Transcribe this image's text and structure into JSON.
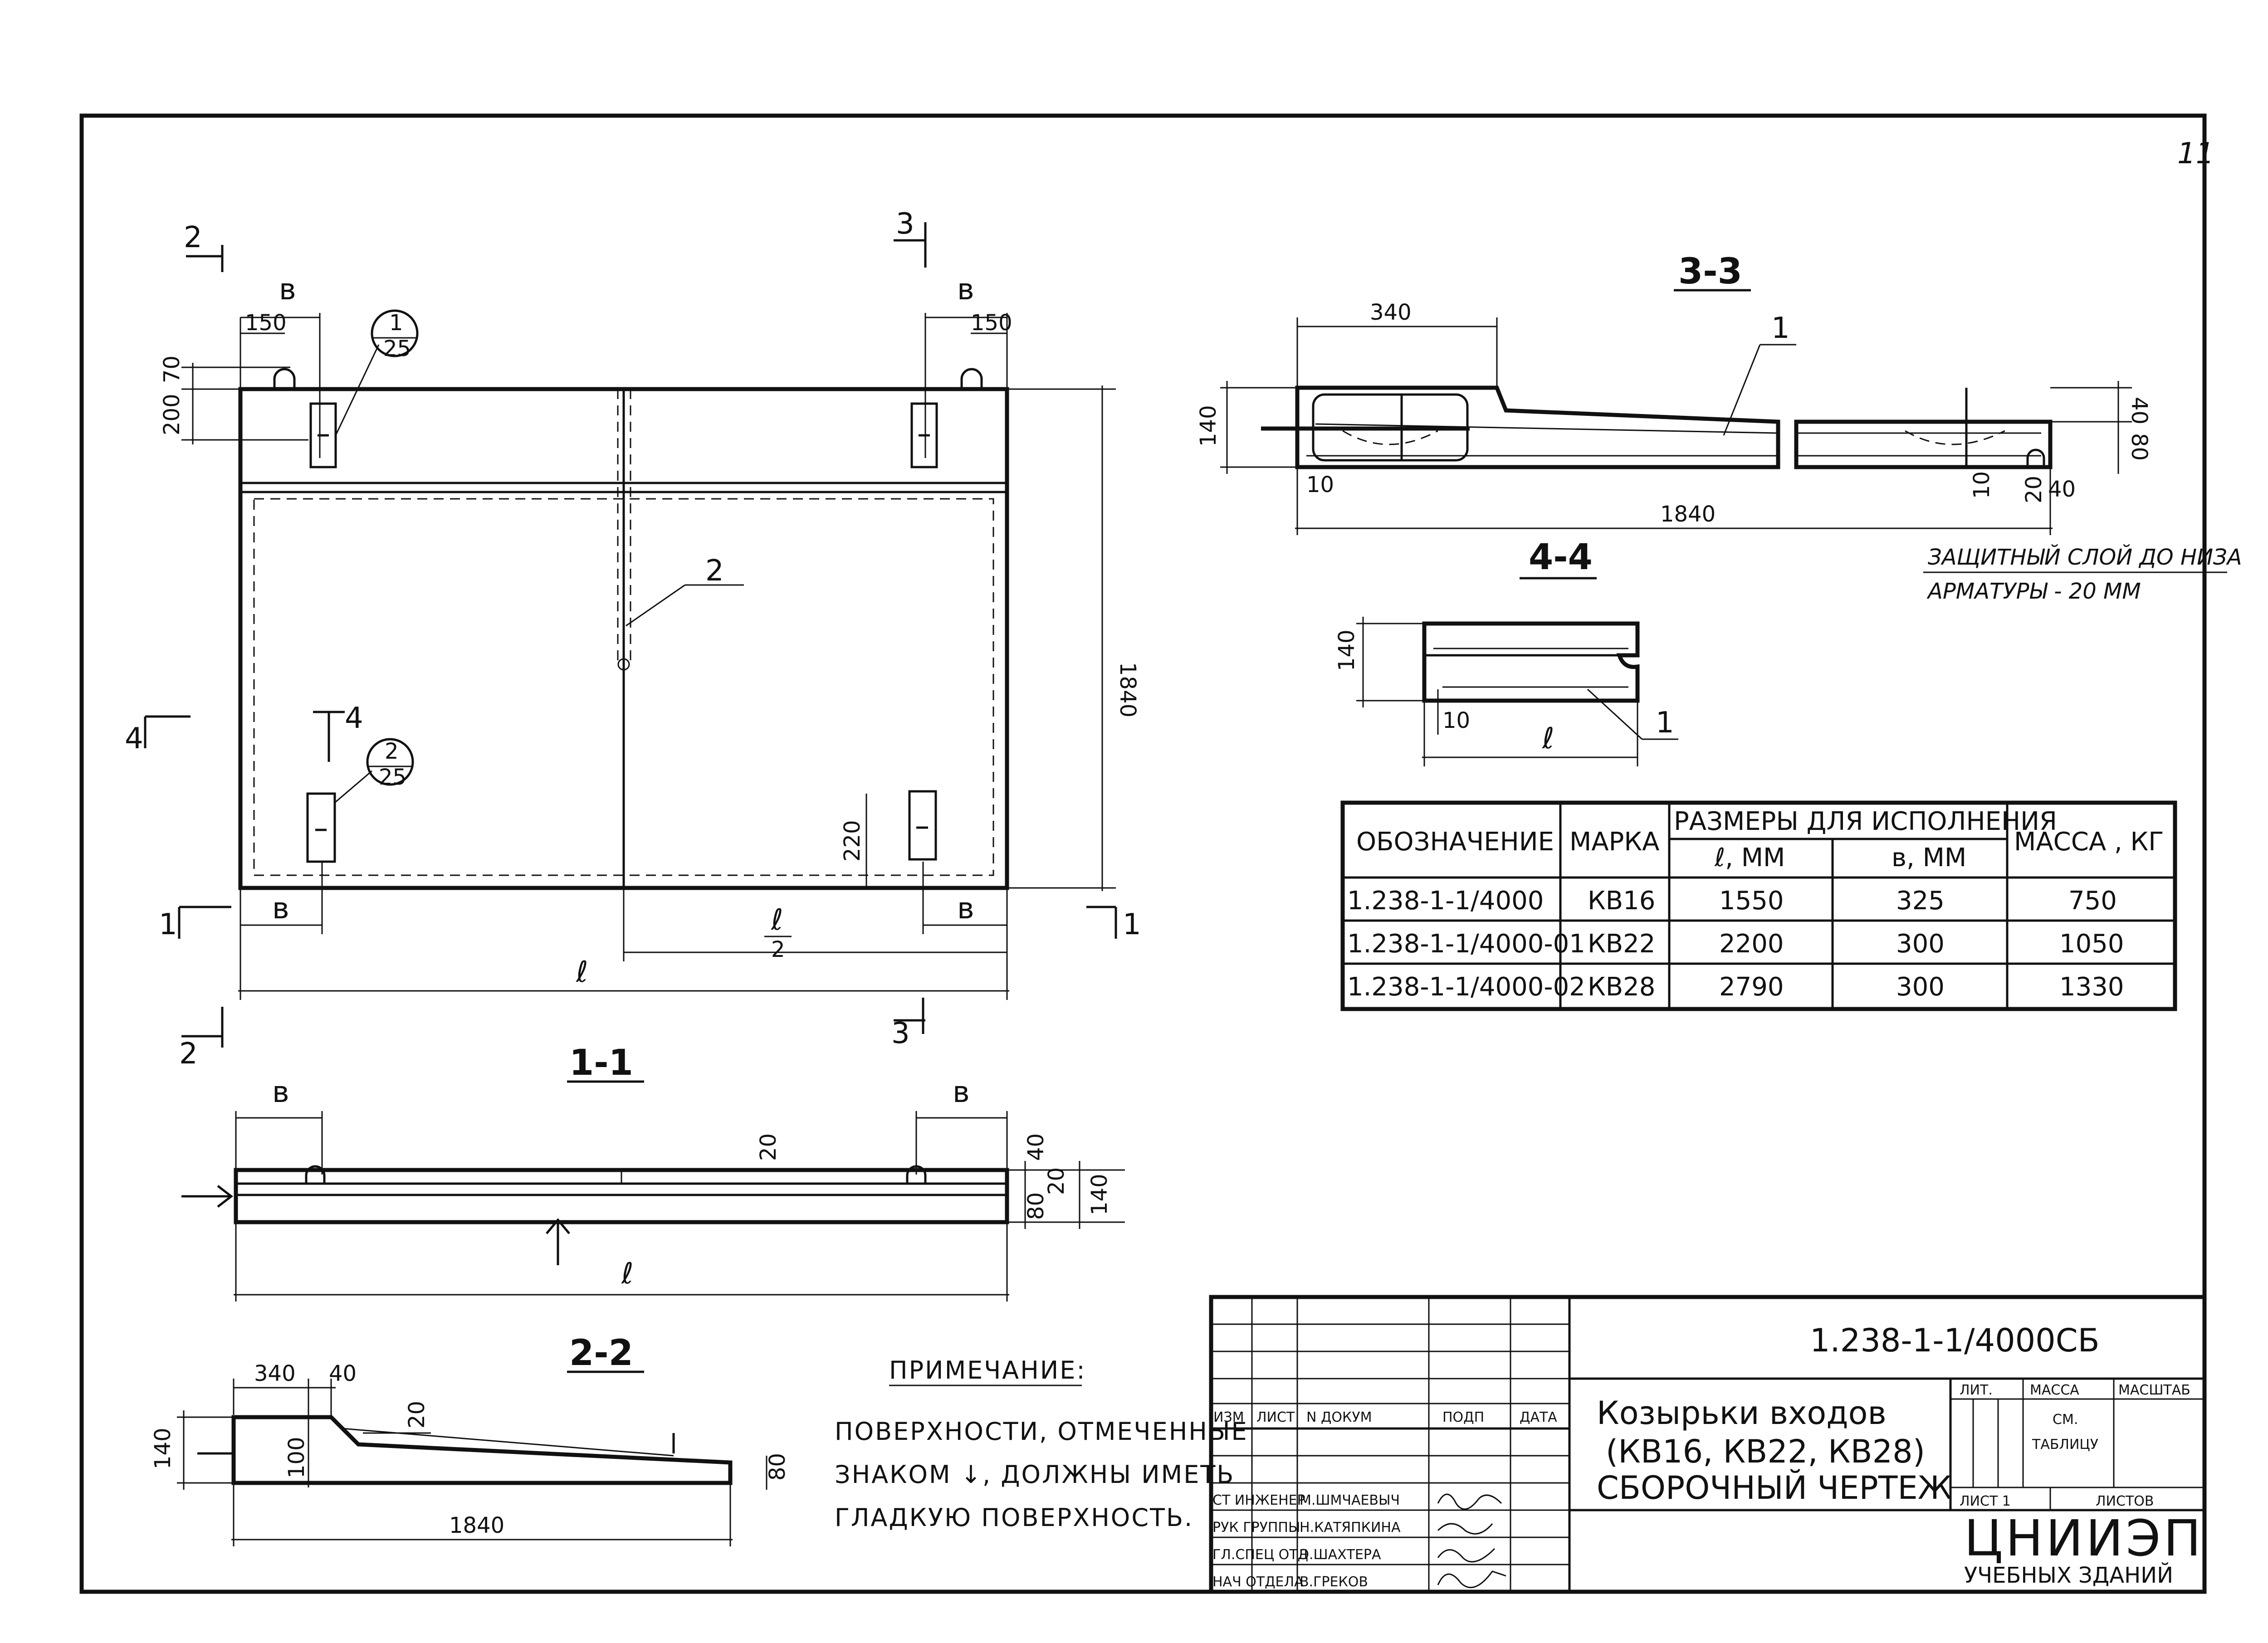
{
  "page": {
    "sheet_number": "11"
  },
  "plan": {
    "cuts": {
      "c2": "2",
      "c3": "3",
      "c4": "4",
      "c1": "1"
    },
    "dims": {
      "b": "в",
      "d150": "150",
      "d70": "70",
      "d200": "200",
      "d1840": "1840",
      "d220": "220",
      "l": "ℓ",
      "half_l_num": "ℓ",
      "half_l_den": "2"
    },
    "callouts": [
      {
        "num": "1",
        "den": "25"
      },
      {
        "num": "2",
        "den": "25"
      }
    ],
    "leaders": {
      "p2": "2"
    }
  },
  "section_11": {
    "title": "1-1",
    "dims": {
      "b": "в",
      "d20": "20",
      "d40": "40",
      "d20b": "20",
      "d80": "80",
      "d140": "140",
      "l": "ℓ"
    }
  },
  "section_22": {
    "title": "2-2",
    "dims": {
      "d340": "340",
      "d40": "40",
      "d20": "20",
      "d140": "140",
      "d100": "100",
      "d80": "80",
      "d1840": "1840"
    }
  },
  "section_33": {
    "title": "3-3",
    "dims": {
      "d340": "340",
      "d140": "140",
      "d10": "10",
      "d1840": "1840",
      "d40": "40",
      "d80": "80",
      "d10b": "10",
      "d20": "20",
      "d40b": "40"
    },
    "leader": "1",
    "note_line1": "ЗАЩИТНЫЙ СЛОЙ ДО НИЗА",
    "note_line2": "АРМАТУРЫ - 20 ММ"
  },
  "section_44": {
    "title": "4-4",
    "dims": {
      "d140": "140",
      "d10": "10",
      "l": "ℓ"
    },
    "leader": "1"
  },
  "spec_table": {
    "headers": {
      "designation": "ОБОЗНАЧЕНИЕ",
      "mark": "МАРКА",
      "sizes": "РАЗМЕРЫ ДЛЯ ИСПОЛНЕНИЯ",
      "l": "ℓ, ММ",
      "b": "в, ММ",
      "mass": "МАССА , КГ"
    },
    "rows": [
      {
        "designation": "1.238-1-1/4000",
        "mark": "КВ16",
        "l": "1550",
        "b": "325",
        "mass": "750"
      },
      {
        "designation": "1.238-1-1/4000-01",
        "mark": "КВ22",
        "l": "2200",
        "b": "300",
        "mass": "1050"
      },
      {
        "designation": "1.238-1-1/4000-02",
        "mark": "КВ28",
        "l": "2790",
        "b": "300",
        "mass": "1330"
      }
    ]
  },
  "note": {
    "title": "ПРИМЕЧАНИЕ:",
    "line1": "ПОВЕРХНОСТИ, ОТМЕЧЕННЫЕ",
    "line2": "ЗНАКОМ ↓, ДОЛЖНЫ ИМЕТЬ",
    "line3": "ГЛАДКУЮ ПОВЕРХНОСТЬ."
  },
  "title_block": {
    "code": "1.238-1-1/4000СБ",
    "title_line1": "Козырьки входов",
    "title_line2": "(КВ16, КВ22, КВ28)",
    "title_line3": "СБОРОЧНЫЙ ЧЕРТЕЖ",
    "cols": {
      "izm": "ИЗМ",
      "list": "ЛИСТ",
      "ndoc": "N ДОКУМ",
      "podp": "ПОДП",
      "data": "ДАТА"
    },
    "staff": [
      {
        "role": "СТ ИНЖЕНЕР",
        "name": "М.ШМЧАЕВЫЧ"
      },
      {
        "role": "РУК ГРУППЫ",
        "name": "Н.КАТЯПКИНА"
      },
      {
        "role": "ГЛ.СПЕЦ ОТД",
        "name": "Э.ШАХТЕРА"
      },
      {
        "role": "НАЧ ОТДЕЛА",
        "name": "В.ГРЕКОВ"
      }
    ],
    "lit_header": "ЛИТ.",
    "mass_header": "МАССА",
    "scale_header": "МАСШТАБ",
    "mass_value_1": "СМ.",
    "mass_value_2": "ТАБЛИЦУ",
    "sheet_label": "ЛИСТ 1",
    "sheets_label": "ЛИСТОВ",
    "org": "ЦНИИЭП",
    "org_sub": "УЧЕБНЫХ ЗДАНИЙ"
  }
}
